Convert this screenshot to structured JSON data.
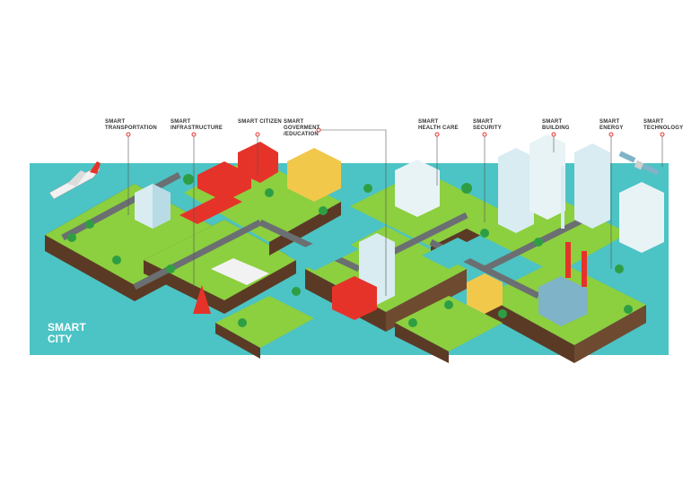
{
  "title": "SMART\nCITY",
  "labels": [
    {
      "key": "transportation",
      "text": "SMART\nTRANSPORTATION"
    },
    {
      "key": "infrastructure",
      "text": "SMART\nINFRASTRUCTURE"
    },
    {
      "key": "citizen",
      "text": "SMART CITIZEN"
    },
    {
      "key": "government",
      "text": "SMART\nGOVERMENT\n/EDUCATION"
    },
    {
      "key": "health",
      "text": "SMART\nHEALTH CARE"
    },
    {
      "key": "security",
      "text": "SMART\nSECURITY"
    },
    {
      "key": "building",
      "text": "SMART\nBUILDING"
    },
    {
      "key": "energy",
      "text": "SMART\nENERGY"
    },
    {
      "key": "technology",
      "text": "SMART\nTECHNOLOGY"
    }
  ],
  "colors": {
    "sea": "#4cc3c4",
    "grass": "#8ccf3f",
    "soil": "#5b3a25",
    "road": "#6b6f72",
    "accent": "#e6332a"
  }
}
